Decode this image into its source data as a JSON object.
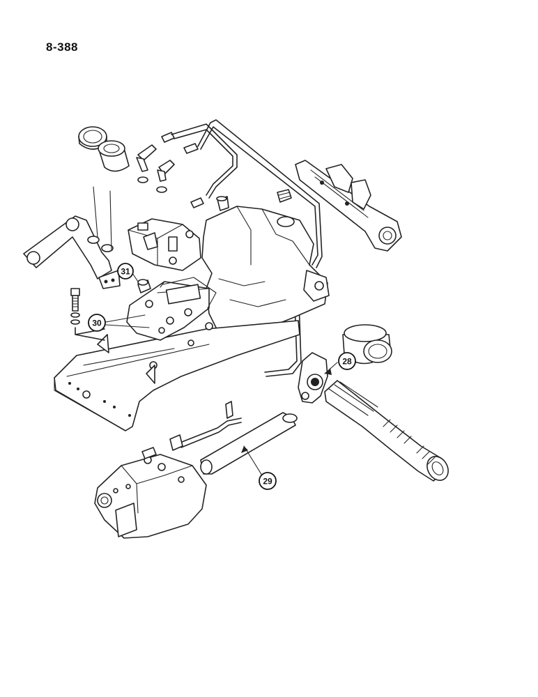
{
  "page_number": "8-388",
  "callouts": [
    {
      "id": "28",
      "label": "28"
    },
    {
      "id": "29",
      "label": "29"
    },
    {
      "id": "30",
      "label": "30"
    },
    {
      "id": "31",
      "label": "31"
    }
  ],
  "colors": {
    "ink": "#222222",
    "paper": "#ffffff"
  }
}
